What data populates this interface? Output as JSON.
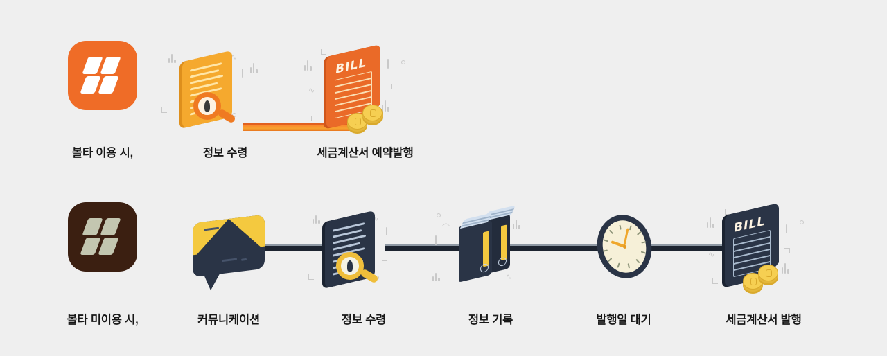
{
  "background_color": "#efefef",
  "label_color": "#171717",
  "palette": {
    "brand_orange": "#ef6c27",
    "dark_brown": "#3b1f11",
    "navy": "#2a3446",
    "yellow": "#f4c93f",
    "doc_orange": "#f5a92e",
    "bill_orange": "#ea6a28",
    "logo_light": "#c3c6b0"
  },
  "rows": [
    {
      "id": "with-volta",
      "app_icon": {
        "name": "volta-app-icon-active",
        "background": "#ef6c27",
        "logo": "volta-logo"
      },
      "steps": [
        {
          "label": "볼타 이용 시,",
          "art": "app-icon",
          "icon_name": "volta-app-icon-orange"
        },
        {
          "label": "정보 수령",
          "art": "doc-magnifier-orange",
          "icon_name": "document-with-magnifier-icon"
        },
        {
          "label": "세금계산서 예약발행",
          "art": "bill-orange",
          "icon_name": "bill-document-with-coins-icon",
          "bill_text": "BILL"
        }
      ]
    },
    {
      "id": "without-volta",
      "app_icon": {
        "name": "volta-app-icon-inactive",
        "background": "#3b1f11",
        "logo": "volta-logo"
      },
      "steps": [
        {
          "label": "볼타 미이용 시,",
          "art": "app-icon",
          "icon_name": "volta-app-icon-dark"
        },
        {
          "label": "커뮤니케이션",
          "art": "envelope",
          "icon_name": "envelope-message-icon"
        },
        {
          "label": "정보 수령",
          "art": "doc-magnifier-navy",
          "icon_name": "document-with-magnifier-icon"
        },
        {
          "label": "정보 기록",
          "art": "books",
          "icon_name": "binder-books-icon"
        },
        {
          "label": "발행일 대기",
          "art": "clock",
          "icon_name": "clock-icon"
        },
        {
          "label": "세금계산서 발행",
          "art": "bill-navy",
          "icon_name": "bill-document-with-coins-icon",
          "bill_text": "BILL"
        }
      ]
    }
  ]
}
